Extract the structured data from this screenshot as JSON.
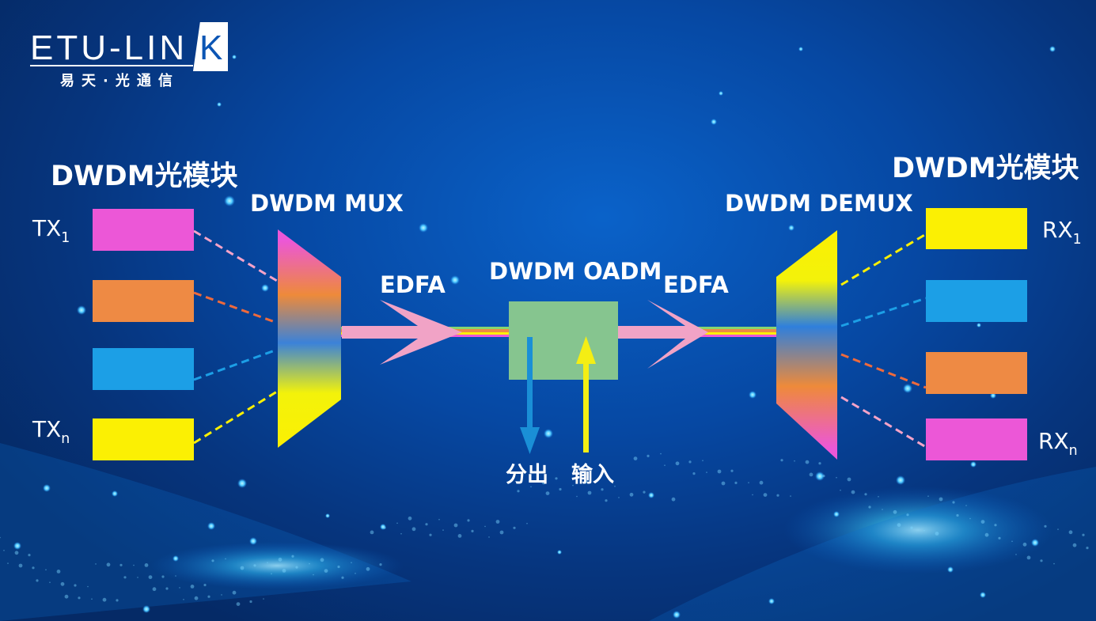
{
  "logo": {
    "main": "ETU-LIN",
    "k": "K",
    "sub": "易天·光通信"
  },
  "labels": {
    "module_left": "DWDM光模块",
    "module_right": "DWDM光模块",
    "mux": "DWDM MUX",
    "demux": "DWDM DEMUX",
    "oadm": "DWDM OADM",
    "edfa_left": "EDFA",
    "edfa_right": "EDFA",
    "drop": "分出",
    "add": "输入"
  },
  "tx": {
    "first": {
      "base": "TX",
      "sub": "1"
    },
    "last": {
      "base": "TX",
      "sub": "n"
    }
  },
  "rx": {
    "first": {
      "base": "RX",
      "sub": "1"
    },
    "last": {
      "base": "RX",
      "sub": "n"
    }
  },
  "colors": {
    "magenta": "#ec57d7",
    "orange": "#ee8a44",
    "blue": "#1c9fe6",
    "yellow": "#fbf003",
    "oadm_green": "#86c58f",
    "edfa_pink": "#f1a3c6",
    "drop_arrow": "#1a8fd6",
    "add_arrow": "#f4ee14"
  },
  "tx_channels": [
    "magenta",
    "orange",
    "blue",
    "yellow"
  ],
  "rx_channels": [
    "yellow",
    "blue",
    "orange",
    "magenta"
  ]
}
